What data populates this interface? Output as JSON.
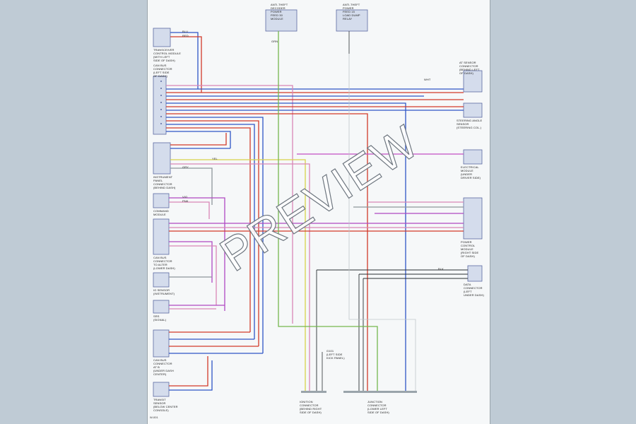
{
  "watermark": "PREVIEW",
  "page_number": "W-001",
  "wire_colors": {
    "BLU": "#2f56c6",
    "RED": "#d23a2a",
    "GRY": "#8e969c",
    "BLK": "#2b2f33",
    "PNK": "#d986b6",
    "VIO": "#b048c2",
    "YEL": "#d8d24a",
    "GRN": "#76b84f",
    "WHT": "#e8e8e8"
  },
  "components": {
    "top_relay_left": "ANTI-THEFT\nDECODER\nPOWER\nFEED 30\nMODULE",
    "top_relay_right": "ANTI-THEFT\nPOWER\nFEED 15\nLOAD DUMP\nRELAY",
    "left_1": "TRANSCEIVER\nCONTROL MODULE\n(WITH LEFT\nSIDE OF DASH)",
    "left_2": "CAN BUS\nCONNECTOR\n(LEFT SIDE\nOF DASH)",
    "left_3": "INSTRUMENT\nPANEL\nCONNECTOR\n(BEHIND DASH)",
    "left_4": "COMMAND\nMODULE",
    "left_5": "CAN BUS\nCONNECTOR\nTO ALTER\n(LOWER DASH)",
    "left_6": "IG SENSOR\n(INSTRUMENT)",
    "left_7": "SRS\n(SIGNAL)",
    "left_8": "CAN BUS\nCONNECTOR\nAT B\n(UNDER DASH\nCENTER)",
    "left_9": "TRANSIT\nSENSOR\n(BELOW CENTER\nCONSOLE)",
    "right_1": "AT SENSOR\nCONNECTOR\n(BEHIND LEFT\nOF DASH)",
    "right_2": "STEERING ANGLE\nSENSOR\n(STEERING COL.)",
    "right_3": "ELECTRICAL\nMODULE\n(UNDER\nDRIVER SIDE)",
    "right_4": "POWER\nCONTROL\nMODULE\n(RIGHT SIDE\nOF DASH)",
    "right_5": "DATA\nCONNECTOR\n(LEFT\nUNDER DASH)",
    "bottom_left": "IGNITION\nCONNECTOR\n(BEHIND RIGHT\nSIDE OF DASH)",
    "bottom_right": "JUNCTION\nCONNECTOR\n(LOWER LEFT\nSIDE OF DASH)",
    "ground": "G101\n(LEFT SIDE\nKICK PANEL)"
  },
  "wire_codes": {
    "blu": "BLU",
    "red": "RED",
    "gry": "GRY",
    "blk": "BLK",
    "pnk": "PNK",
    "vio": "VIO",
    "yel": "YEL",
    "grn": "GRN",
    "wht": "WHT"
  }
}
